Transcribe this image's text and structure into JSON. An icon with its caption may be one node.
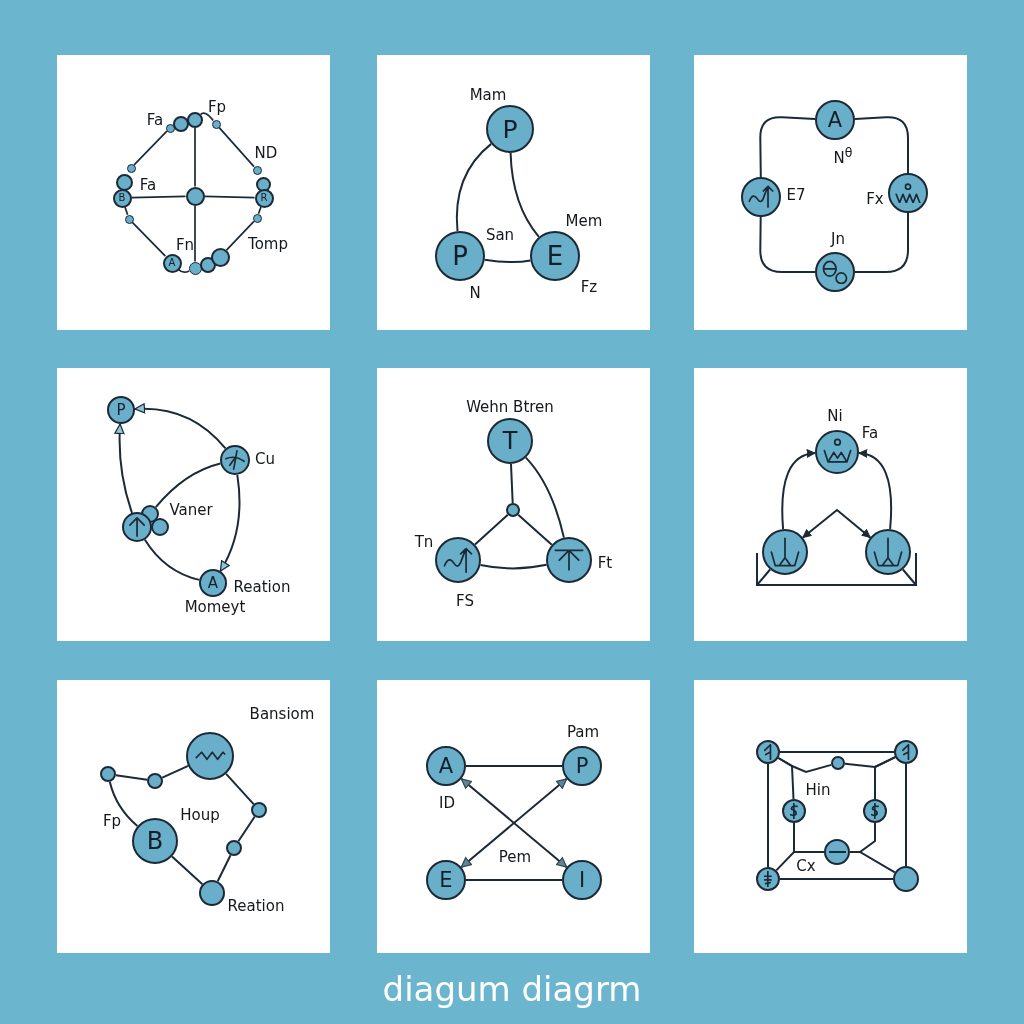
{
  "diagram": {
    "caption": "diagum diagrm",
    "nodes": [
      {
        "text": [],
        "shape": "box"
      },
      {
        "text": [],
        "shape": "circle",
        "in": 0
      },
      {
        "text": [],
        "shape": "circle",
        "in": 0,
        "beside": [
          "Fa"
        ]
      },
      {
        "text": [],
        "shape": "circle",
        "in": 0
      },
      {
        "text": [],
        "shape": "circle",
        "in": 0,
        "beside": [
          "Fp"
        ]
      },
      {
        "text": [],
        "shape": "circle",
        "in": 0
      },
      {
        "text": [],
        "shape": "circle",
        "in": 0,
        "beside": [
          "Fa"
        ]
      },
      {
        "text": [
          "B"
        ],
        "in": 0
      },
      {
        "text": [],
        "shape": "circle",
        "in": 0
      },
      {
        "text": [],
        "shape": "circle",
        "in": 0
      },
      {
        "text": [],
        "shape": "circle",
        "in": 0,
        "beside": [
          "ND"
        ]
      },
      {
        "text": [],
        "shape": "circle",
        "in": 0
      },
      {
        "text": [
          "R"
        ],
        "in": 0
      },
      {
        "text": [],
        "shape": "circle",
        "in": 0
      },
      {
        "text": [
          "A"
        ],
        "in": 0,
        "beside": [
          "Fn"
        ]
      },
      {
        "text": [],
        "shape": "circle",
        "in": 0
      },
      {
        "text": [],
        "shape": "circle",
        "in": 0
      },
      {
        "text": [],
        "shape": "circle",
        "in": 0,
        "beside": [
          "Tomp"
        ]
      },
      {
        "text": [],
        "shape": "box"
      },
      {
        "text": [
          "P"
        ],
        "in": 18,
        "beside": [
          "Mam"
        ]
      },
      {
        "text": [
          "P"
        ],
        "in": 18,
        "beside": [
          "N"
        ]
      },
      {
        "text": [
          "E"
        ],
        "in": 18,
        "beside": [
          "Mem",
          "Fz"
        ]
      },
      {
        "text": [],
        "shape": "box"
      },
      {
        "text": [
          "A"
        ],
        "in": 22,
        "beside": [
          "N$^{θ}$"
        ]
      },
      {
        "text": [],
        "shape": "circle",
        "in": 22,
        "beside": [
          "E7"
        ]
      },
      {
        "text": [],
        "shape": "circle",
        "in": 22,
        "beside": [
          "Fx"
        ]
      },
      {
        "text": [],
        "shape": "circle",
        "in": 22,
        "beside": [
          "Jn"
        ]
      },
      {
        "text": [],
        "shape": "box"
      },
      {
        "text": [
          "P"
        ],
        "in": 27
      },
      {
        "text": [],
        "shape": "circle",
        "in": 27,
        "beside": [
          "Cu"
        ]
      },
      {
        "text": [],
        "shape": "circle",
        "in": 27
      },
      {
        "text": [],
        "shape": "circle",
        "in": 27
      },
      {
        "text": [],
        "shape": "circle",
        "in": 27
      },
      {
        "text": [
          "A"
        ],
        "in": 27,
        "beside": [
          "Reation",
          "Momeyt"
        ]
      },
      {
        "text": [],
        "shape": "box"
      },
      {
        "text": [
          "T"
        ],
        "in": 34,
        "beside": [
          "Wehn Btren"
        ]
      },
      {
        "text": [],
        "shape": "circle",
        "in": 34
      },
      {
        "text": [],
        "shape": "circle",
        "in": 34,
        "beside": [
          "Tn",
          "FS"
        ]
      },
      {
        "text": [],
        "shape": "circle",
        "in": 34,
        "beside": [
          "Ft"
        ]
      },
      {
        "text": [],
        "shape": "box"
      },
      {
        "text": [],
        "shape": "circle",
        "in": 39,
        "beside": [
          "Ni",
          "Fa"
        ]
      },
      {
        "text": [],
        "shape": "circle",
        "in": 39
      },
      {
        "text": [],
        "shape": "circle",
        "in": 39
      },
      {
        "text": [],
        "shape": "tray",
        "in": 39
      },
      {
        "text": [],
        "shape": "box"
      },
      {
        "text": [],
        "shape": "circle",
        "in": 44
      },
      {
        "text": [],
        "shape": "circle",
        "in": 44
      },
      {
        "text": [],
        "shape": "circle",
        "in": 44,
        "beside": [
          "Bansiom"
        ]
      },
      {
        "text": [],
        "shape": "circle",
        "in": 44
      },
      {
        "text": [],
        "shape": "circle",
        "in": 44
      },
      {
        "text": [
          "B"
        ],
        "in": 44,
        "beside": [
          "Fp"
        ]
      },
      {
        "text": [],
        "shape": "circle",
        "in": 44,
        "beside": [
          "Reation"
        ]
      },
      {
        "text": [],
        "shape": "box"
      },
      {
        "text": [
          "A"
        ],
        "in": 52,
        "beside": [
          "ID"
        ]
      },
      {
        "text": [
          "P"
        ],
        "in": 52,
        "beside": [
          "Pam"
        ]
      },
      {
        "text": [
          "E"
        ],
        "in": 52
      },
      {
        "text": [
          "I"
        ],
        "in": 52
      },
      {
        "text": [],
        "shape": "box"
      },
      {
        "text": [],
        "shape": "circle",
        "in": 57
      },
      {
        "text": [],
        "shape": "circle",
        "in": 57
      },
      {
        "text": [],
        "shape": "circle",
        "in": 57
      },
      {
        "text": [],
        "shape": "circle",
        "in": 57
      },
      {
        "text": [],
        "shape": "circle",
        "in": 57
      },
      {
        "text": [],
        "shape": "circle",
        "in": 57
      },
      {
        "text": [],
        "shape": "circle",
        "in": 57
      },
      {
        "text": [],
        "shape": "circle",
        "in": 57
      }
    ],
    "edges": [
      {
        "from": 1,
        "to": 5,
        "arrow": "none"
      },
      {
        "from": 3,
        "to": 9,
        "arrow": "none"
      },
      {
        "from": 9,
        "to": 15,
        "arrow": "none"
      },
      {
        "from": 7,
        "to": 9,
        "arrow": "none"
      },
      {
        "from": 9,
        "to": 12,
        "arrow": "none"
      },
      {
        "from": 4,
        "to": 10,
        "arrow": "none"
      },
      {
        "from": 3,
        "to": 4,
        "arrow": "none"
      },
      {
        "from": 7,
        "to": 8,
        "arrow": "none"
      },
      {
        "from": 8,
        "to": 14,
        "arrow": "none"
      },
      {
        "from": 12,
        "to": 13,
        "arrow": "none"
      },
      {
        "from": 13,
        "to": 17,
        "arrow": "none"
      },
      {
        "from": 14,
        "to": 15,
        "arrow": "none"
      },
      {
        "from": 19,
        "to": 20,
        "arrow": "none"
      },
      {
        "from": 19,
        "to": 21,
        "arrow": "none"
      },
      {
        "from": 20,
        "to": 21,
        "arrow": "none"
      },
      {
        "from": 23,
        "to": 24,
        "arrow": "none"
      },
      {
        "from": 23,
        "to": 25,
        "arrow": "none"
      },
      {
        "from": 24,
        "to": 26,
        "arrow": "none"
      },
      {
        "from": 25,
        "to": 26,
        "arrow": "none"
      },
      {
        "from": 29,
        "to": 28,
        "arrow": "to"
      },
      {
        "from": 32,
        "to": 28,
        "arrow": "to"
      },
      {
        "from": 29,
        "to": 30,
        "arrow": "none"
      },
      {
        "from": 29,
        "to": 33,
        "arrow": "to"
      },
      {
        "from": 32,
        "to": 33,
        "arrow": "none"
      },
      {
        "from": 35,
        "to": 36,
        "arrow": "none"
      },
      {
        "from": 35,
        "to": 38,
        "arrow": "none"
      },
      {
        "from": 36,
        "to": 37,
        "arrow": "none"
      },
      {
        "from": 36,
        "to": 38,
        "arrow": "none"
      },
      {
        "from": 37,
        "to": 38,
        "arrow": "none"
      },
      {
        "from": 41,
        "to": 40,
        "arrow": "to"
      },
      {
        "from": 42,
        "to": 40,
        "arrow": "to"
      },
      {
        "from": 41,
        "to": 42,
        "arrow": "both"
      },
      {
        "from": 41,
        "to": 43,
        "arrow": "none"
      },
      {
        "from": 42,
        "to": 43,
        "arrow": "none"
      },
      {
        "from": 45,
        "to": 46,
        "arrow": "none"
      },
      {
        "from": 46,
        "to": 47,
        "arrow": "none"
      },
      {
        "from": 45,
        "to": 50,
        "arrow": "none"
      },
      {
        "from": 47,
        "to": 48,
        "arrow": "none"
      },
      {
        "from": 48,
        "to": 49,
        "arrow": "none"
      },
      {
        "from": 49,
        "to": 51,
        "arrow": "none"
      },
      {
        "from": 50,
        "to": 51,
        "arrow": "none"
      },
      {
        "from": 53,
        "to": 54,
        "arrow": "none"
      },
      {
        "from": 55,
        "to": 56,
        "arrow": "none"
      },
      {
        "from": 53,
        "to": 56,
        "arrow": "both"
      },
      {
        "from": 54,
        "to": 55,
        "arrow": "both"
      },
      {
        "from": 58,
        "to": 60,
        "arrow": "none"
      },
      {
        "from": 58,
        "to": 64,
        "arrow": "none"
      },
      {
        "from": 64,
        "to": 65,
        "arrow": "none"
      },
      {
        "from": 60,
        "to": 65,
        "arrow": "none"
      },
      {
        "from": 58,
        "to": 59,
        "arrow": "none"
      },
      {
        "from": 59,
        "to": 60,
        "arrow": "none"
      },
      {
        "from": 58,
        "to": 61,
        "arrow": "none"
      },
      {
        "from": 60,
        "to": 62,
        "arrow": "none"
      },
      {
        "from": 61,
        "to": 63,
        "arrow": "none"
      },
      {
        "from": 62,
        "to": 63,
        "arrow": "none"
      },
      {
        "from": 64,
        "to": 63,
        "arrow": "none"
      },
      {
        "from": 65,
        "to": 63,
        "arrow": "none"
      }
    ],
    "labels": [
      "San",
      "Vaner",
      "Houp",
      "Pem",
      "Hin",
      "Cx"
    ]
  }
}
